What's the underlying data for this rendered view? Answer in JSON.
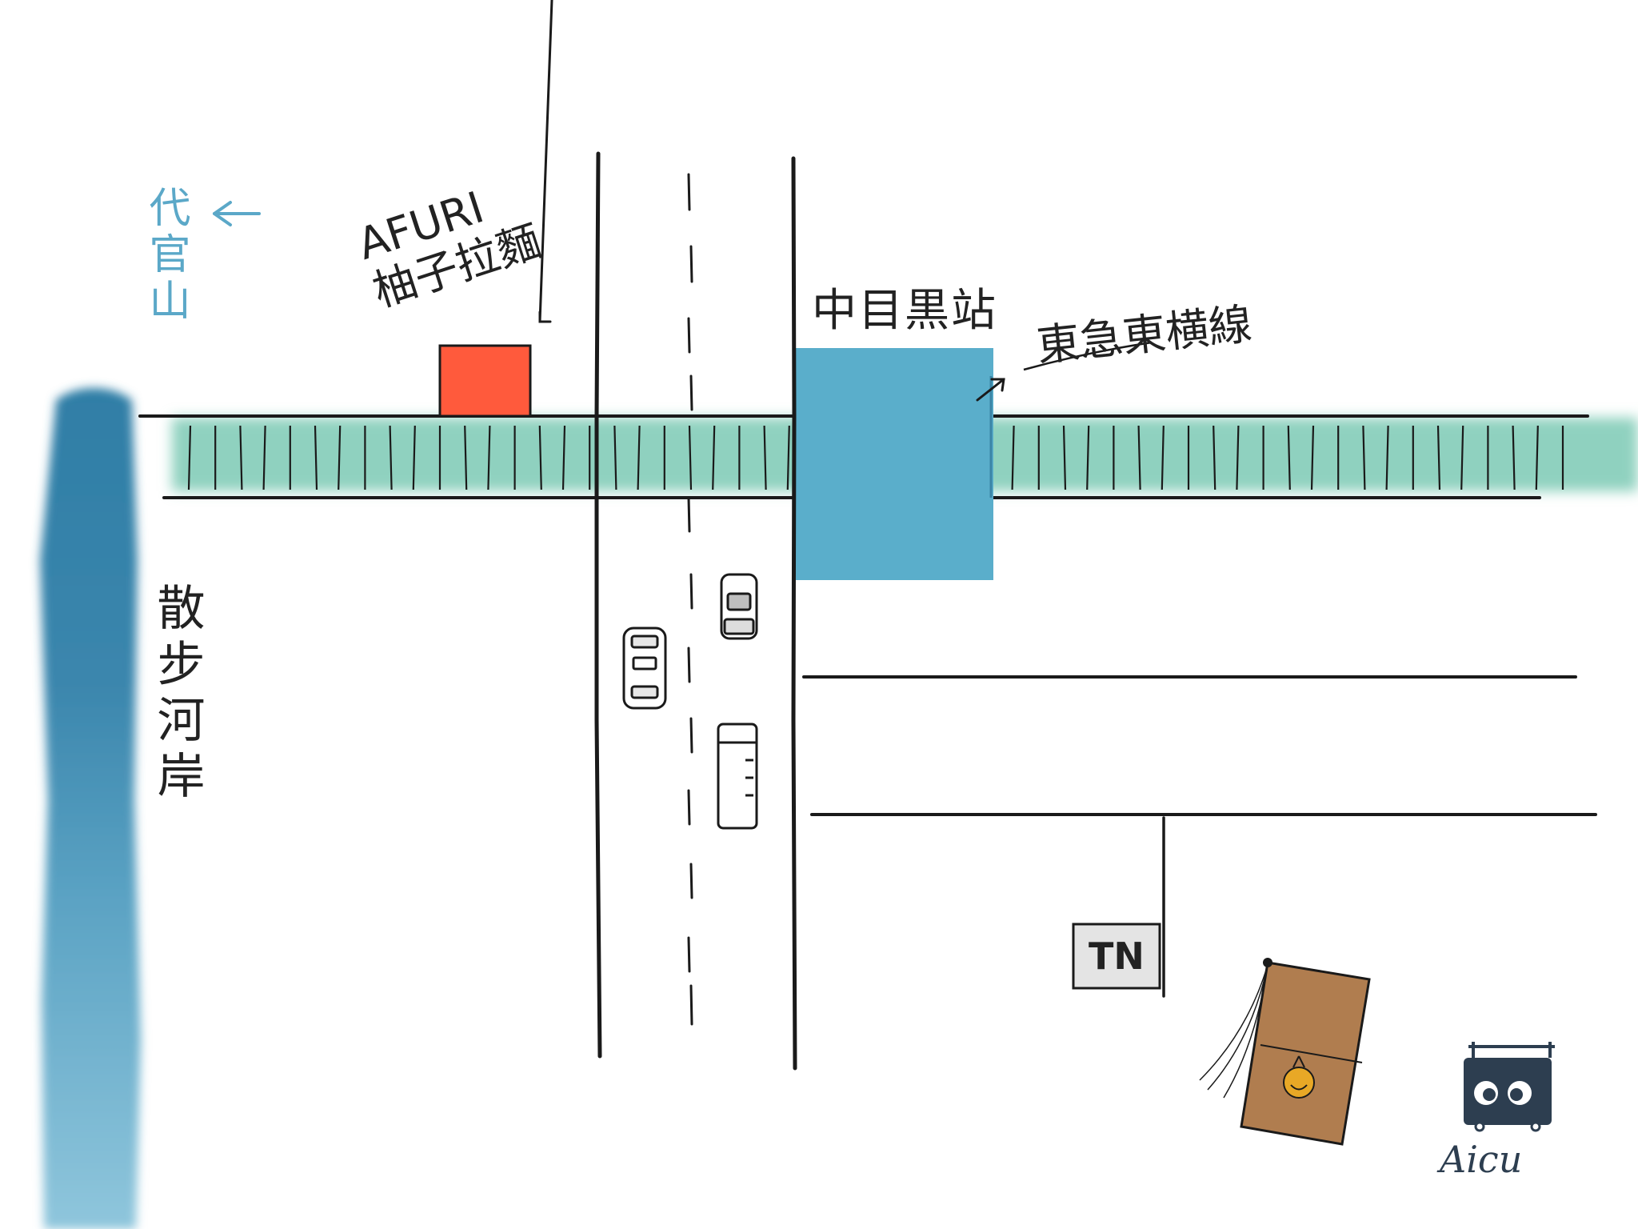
{
  "colors": {
    "river": "#3f8fb5",
    "rail": "#8fd1bf",
    "station": "#5aaecb",
    "restaurant": "#ff5a3c",
    "arrow_blue": "#5ba8c8",
    "shop": "#b07d4f",
    "shop_coin": "#e8a826",
    "logo": "#2d3e50",
    "ink": "#1a1a1a"
  },
  "labels": {
    "daikanyama": "代官山",
    "restaurant": "AFURI\n柚子拉麵",
    "station": "中目黒站",
    "rail_line": "東急東横線",
    "river": "散步河岸",
    "sign": "TN",
    "signature": "Aicu"
  },
  "icons": {
    "direction_arrow": "arrow-left-icon",
    "restaurant_pointer": "arrow-down-left-icon",
    "rail_pointer": "arrow-up-right-icon",
    "logo": "aicu-face-logo-icon"
  }
}
